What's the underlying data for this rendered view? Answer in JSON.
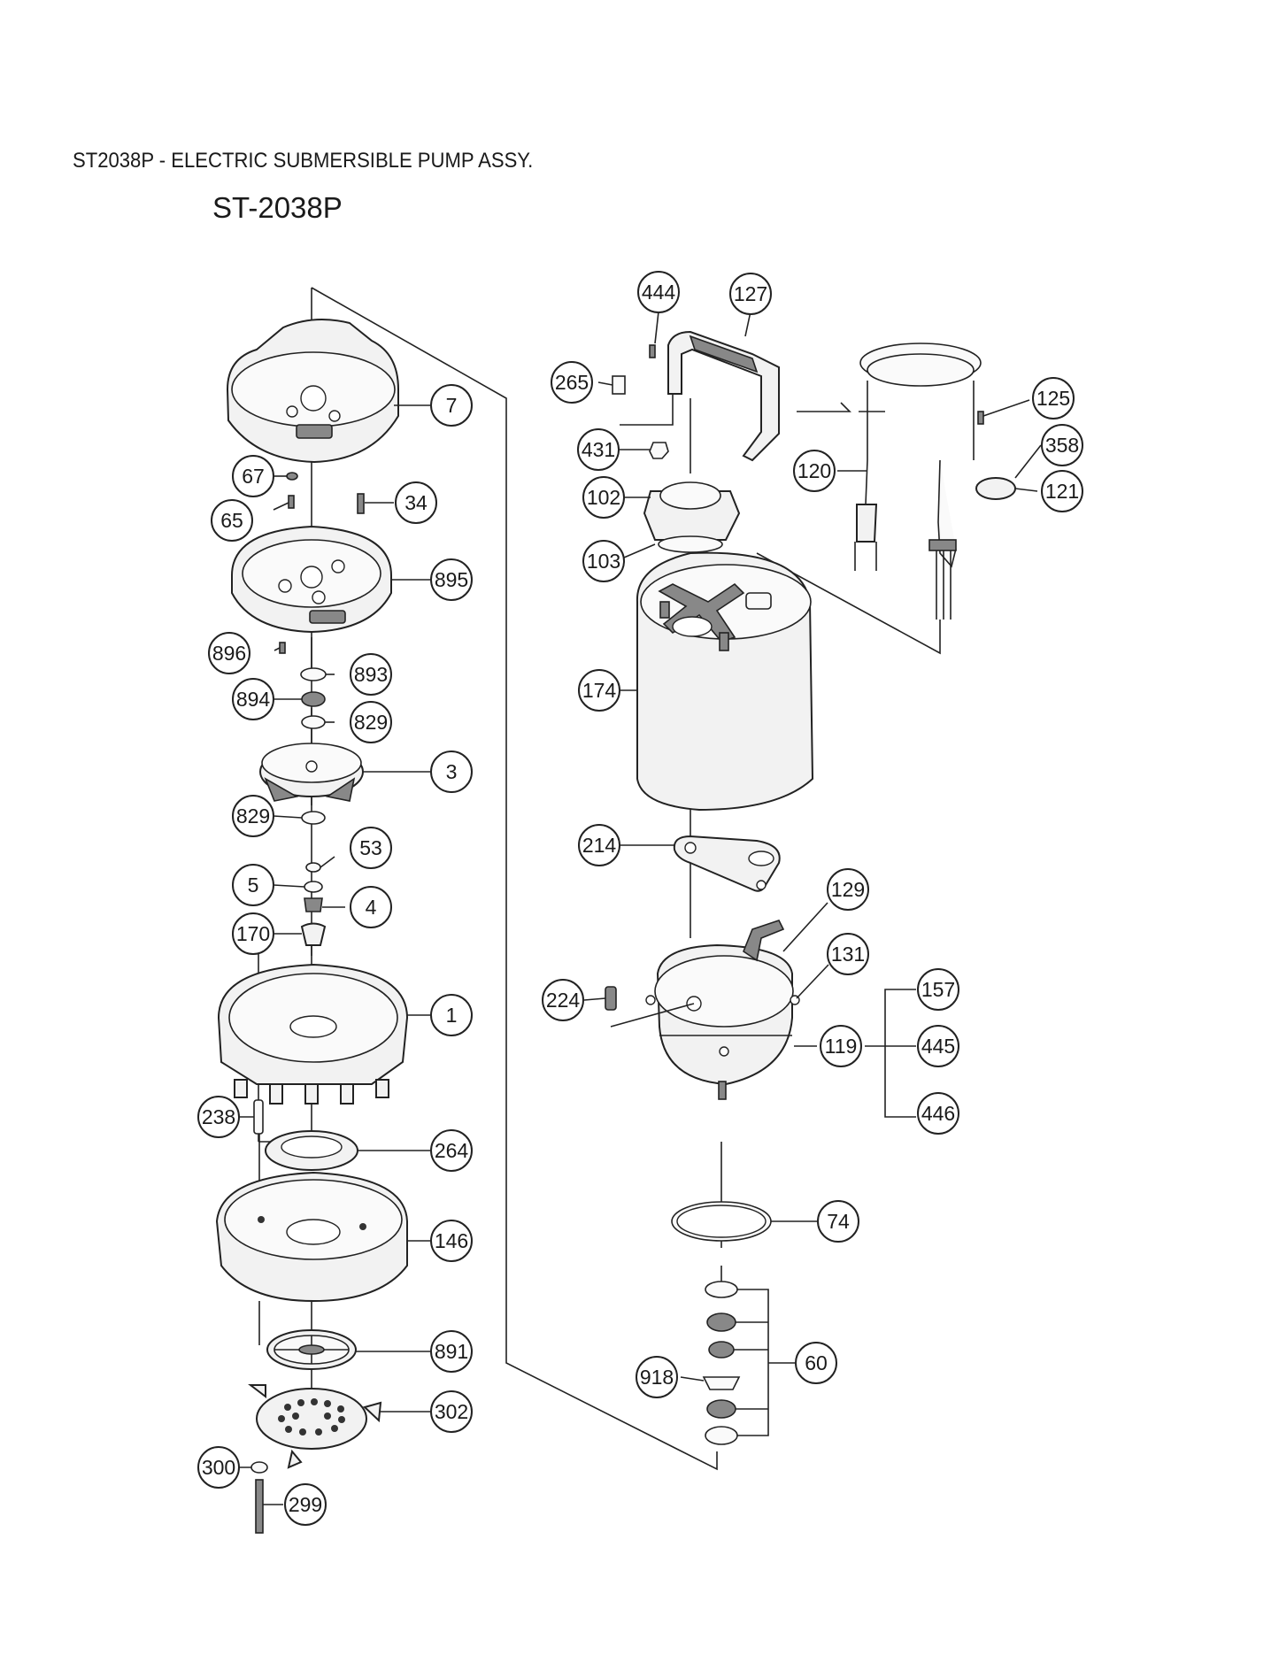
{
  "header": {
    "title": "ST2038P - ELECTRIC SUBMERSIBLE PUMP ASSY.",
    "model": "ST-2038P"
  },
  "diagram": {
    "callouts": [
      {
        "id": "c7",
        "label": "7"
      },
      {
        "id": "c67",
        "label": "67"
      },
      {
        "id": "c65",
        "label": "65"
      },
      {
        "id": "c34",
        "label": "34"
      },
      {
        "id": "c895",
        "label": "895"
      },
      {
        "id": "c896",
        "label": "896"
      },
      {
        "id": "c893",
        "label": "893"
      },
      {
        "id": "c894",
        "label": "894"
      },
      {
        "id": "c829a",
        "label": "829"
      },
      {
        "id": "c3",
        "label": "3"
      },
      {
        "id": "c829b",
        "label": "829"
      },
      {
        "id": "c53",
        "label": "53"
      },
      {
        "id": "c5",
        "label": "5"
      },
      {
        "id": "c4",
        "label": "4"
      },
      {
        "id": "c170",
        "label": "170"
      },
      {
        "id": "c1",
        "label": "1"
      },
      {
        "id": "c238",
        "label": "238"
      },
      {
        "id": "c264",
        "label": "264"
      },
      {
        "id": "c146",
        "label": "146"
      },
      {
        "id": "c891",
        "label": "891"
      },
      {
        "id": "c302",
        "label": "302"
      },
      {
        "id": "c300",
        "label": "300"
      },
      {
        "id": "c299",
        "label": "299"
      },
      {
        "id": "c444",
        "label": "444"
      },
      {
        "id": "c127",
        "label": "127"
      },
      {
        "id": "c265",
        "label": "265"
      },
      {
        "id": "c431",
        "label": "431"
      },
      {
        "id": "c102",
        "label": "102"
      },
      {
        "id": "c103",
        "label": "103"
      },
      {
        "id": "c125",
        "label": "125"
      },
      {
        "id": "c358",
        "label": "358"
      },
      {
        "id": "c120",
        "label": "120"
      },
      {
        "id": "c121",
        "label": "121"
      },
      {
        "id": "c174",
        "label": "174"
      },
      {
        "id": "c214",
        "label": "214"
      },
      {
        "id": "c129",
        "label": "129"
      },
      {
        "id": "c131",
        "label": "131"
      },
      {
        "id": "c224",
        "label": "224"
      },
      {
        "id": "c157",
        "label": "157"
      },
      {
        "id": "c119",
        "label": "119"
      },
      {
        "id": "c445",
        "label": "445"
      },
      {
        "id": "c446",
        "label": "446"
      },
      {
        "id": "c74",
        "label": "74"
      },
      {
        "id": "c60",
        "label": "60"
      },
      {
        "id": "c918",
        "label": "918"
      }
    ]
  }
}
